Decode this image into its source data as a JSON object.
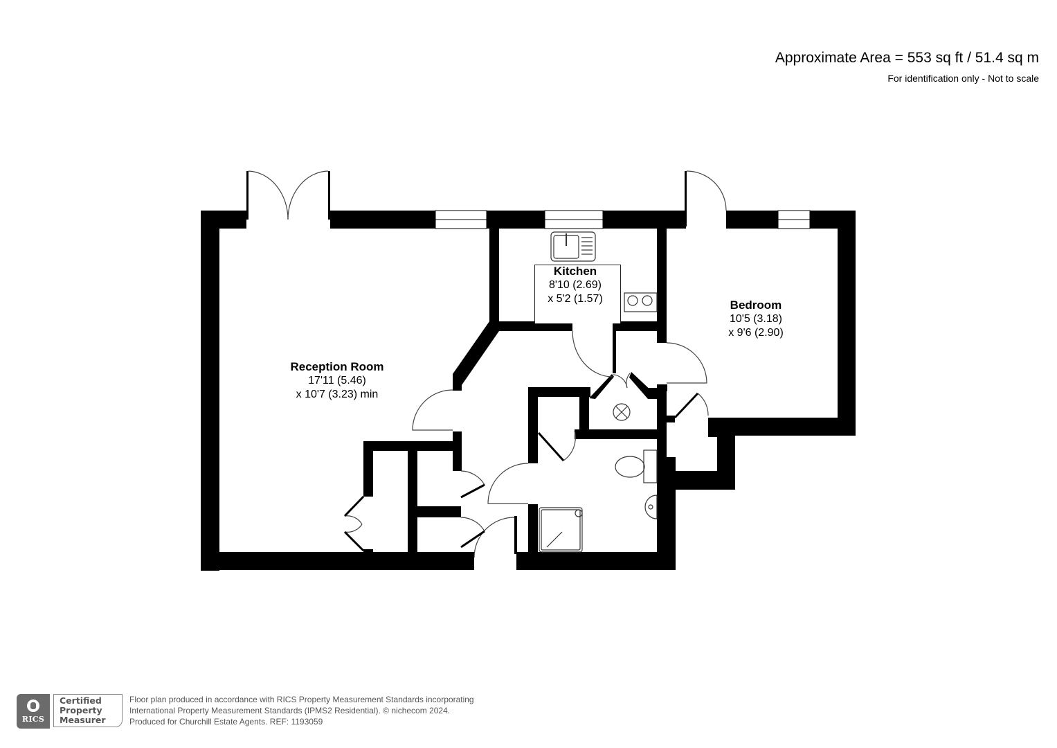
{
  "header": {
    "area": "Approximate Area = 553 sq ft / 51.4 sq m",
    "disclaimer": "For identification only - Not to scale"
  },
  "rooms": {
    "reception": {
      "name": "Reception Room",
      "dim1": "17'11 (5.46)",
      "dim2": "x 10'7 (3.23) min"
    },
    "kitchen": {
      "name": "Kitchen",
      "dim1": "8'10 (2.69)",
      "dim2": "x 5'2 (1.57)"
    },
    "bedroom": {
      "name": "Bedroom",
      "dim1": "10'5 (3.18)",
      "dim2": "x 9'6 (2.90)"
    }
  },
  "fixtures": [
    "kitchen-sink",
    "hob",
    "toilet",
    "washbasin",
    "shower-tray",
    "boiler-light-fitting",
    "french-doors",
    "balcony-door"
  ],
  "colors": {
    "wall": "#000000",
    "background": "#ffffff",
    "footer_text": "#555555",
    "badge": "#6b6b6b"
  },
  "footer": {
    "badge_logo": "RICS",
    "badge_line1": "Certified",
    "badge_line2": "Property",
    "badge_line3": "Measurer",
    "line1": "Floor plan produced in accordance with RICS Property Measurement Standards incorporating",
    "line2": "International Property Measurement Standards (IPMS2 Residential).   © nichecom 2024.",
    "line3": "Produced for Churchill Estate Agents.   REF: 1193059"
  }
}
